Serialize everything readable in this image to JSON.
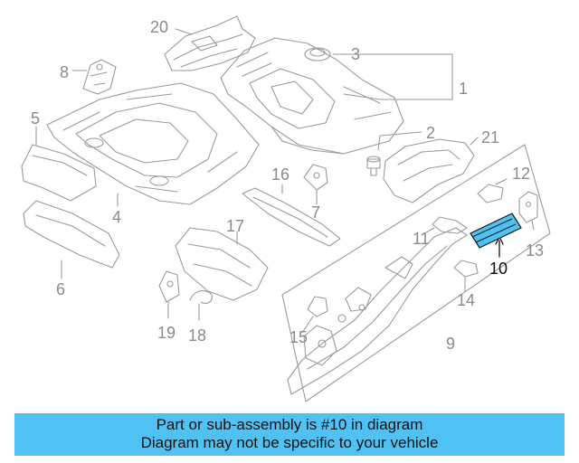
{
  "diagram": {
    "callouts": [
      "20",
      "3",
      "1",
      "8",
      "5",
      "2",
      "21",
      "12",
      "16",
      "7",
      "4",
      "17",
      "11",
      "10",
      "13",
      "6",
      "14",
      "9",
      "15",
      "19",
      "18"
    ],
    "highlighted_part": "10",
    "colors": {
      "highlight_fill": "#4fc1f3",
      "outline": "#9a9a9a",
      "banner": "#4fc1f3"
    }
  },
  "banner": {
    "line1": "Part or sub-assembly is #10 in diagram",
    "line2": "Diagram may not be specific to your vehicle"
  }
}
